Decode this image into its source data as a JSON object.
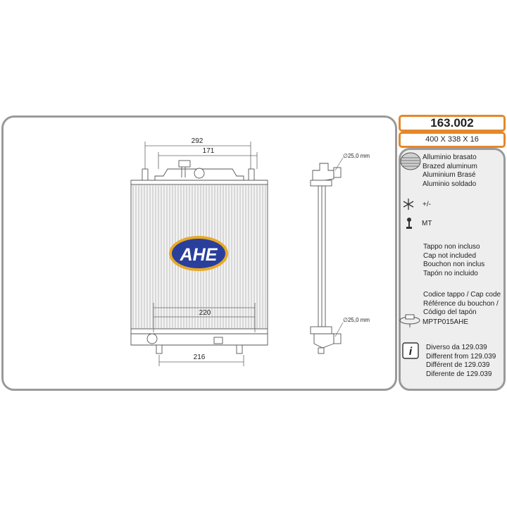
{
  "header": {
    "part_code": "163.002",
    "dimensions": "400 X 338 X 16"
  },
  "drawing": {
    "dim_top_width": "292",
    "dim_top_inner": "171",
    "dim_core_width": "220",
    "dim_bottom": "216",
    "pipe_top": "∅25,0 mm",
    "pipe_bottom": "∅25,0 mm",
    "logo_text": "AHE"
  },
  "specs": {
    "material": [
      "Alluminio brasato",
      "Brazed aluminum",
      "Aluminium Brasé",
      "Aluminio soldado"
    ],
    "ac_label": "+/-",
    "transmission": "MT",
    "cap": [
      "Tappo non incluso",
      "Cap not included",
      "Bouchon non inclus",
      "Tapón no incluido"
    ],
    "cap_code": [
      "Codice tappo / Cap code",
      "Référence du bouchon /",
      "Código del tapón"
    ],
    "cap_code_value": "MPTP015AHE",
    "info": [
      "Diverso da 129.039",
      "Different from 129.039",
      "Différent de 129.039",
      "Diferente de 129.039"
    ]
  },
  "colors": {
    "accent": "#e4882a",
    "logo_blue": "#2a3f9c",
    "logo_gold": "#e7a928",
    "panel_border": "#9a9a9a"
  }
}
